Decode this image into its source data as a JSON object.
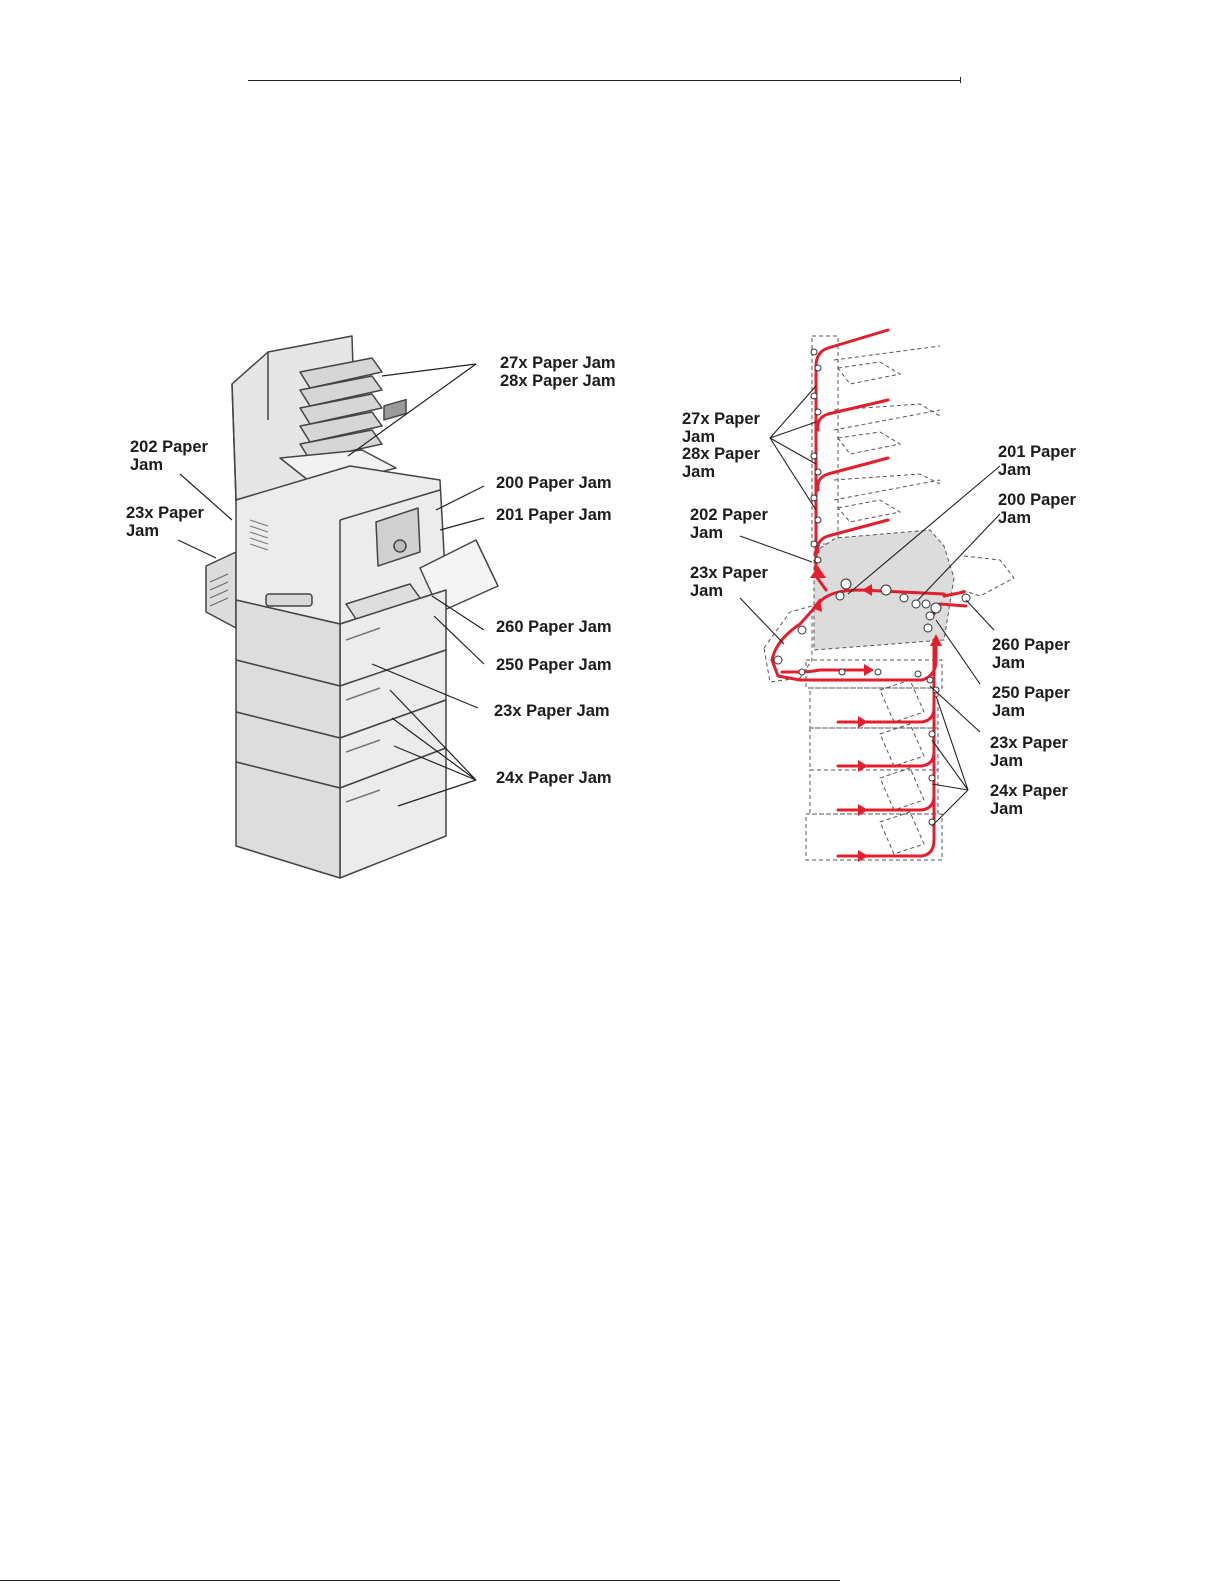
{
  "left_figure": {
    "labels": {
      "jam_27x_28x_line1": "27x Paper Jam",
      "jam_27x_28x_line2": "28x Paper Jam",
      "jam_202_line1": "202 Paper",
      "jam_202_line2": "Jam",
      "jam_23x_side_line1": "23x Paper",
      "jam_23x_side_line2": "Jam",
      "jam_200": "200 Paper Jam",
      "jam_201": "201 Paper Jam",
      "jam_260": "260 Paper Jam",
      "jam_250": "250 Paper Jam",
      "jam_23x": "23x Paper Jam",
      "jam_24x": "24x Paper Jam"
    }
  },
  "right_figure": {
    "labels": {
      "jam_27x_line1": "27x Paper",
      "jam_27x_line2": "Jam",
      "jam_28x_line1": "28x Paper",
      "jam_28x_line2": "Jam",
      "jam_202_line1": "202 Paper",
      "jam_202_line2": "Jam",
      "jam_23x_left_line1": "23x Paper",
      "jam_23x_left_line2": "Jam",
      "jam_201_line1": "201 Paper",
      "jam_201_line2": "Jam",
      "jam_200_line1": "200 Paper",
      "jam_200_line2": "Jam",
      "jam_260_line1": "260 Paper",
      "jam_260_line2": "Jam",
      "jam_250_line1": "250 Paper",
      "jam_250_line2": "Jam",
      "jam_23x_right_line1": "23x Paper",
      "jam_23x_right_line2": "Jam",
      "jam_24x_line1": "24x Paper",
      "jam_24x_line2": "Jam"
    },
    "paper_path_color": "#e31e2d"
  }
}
